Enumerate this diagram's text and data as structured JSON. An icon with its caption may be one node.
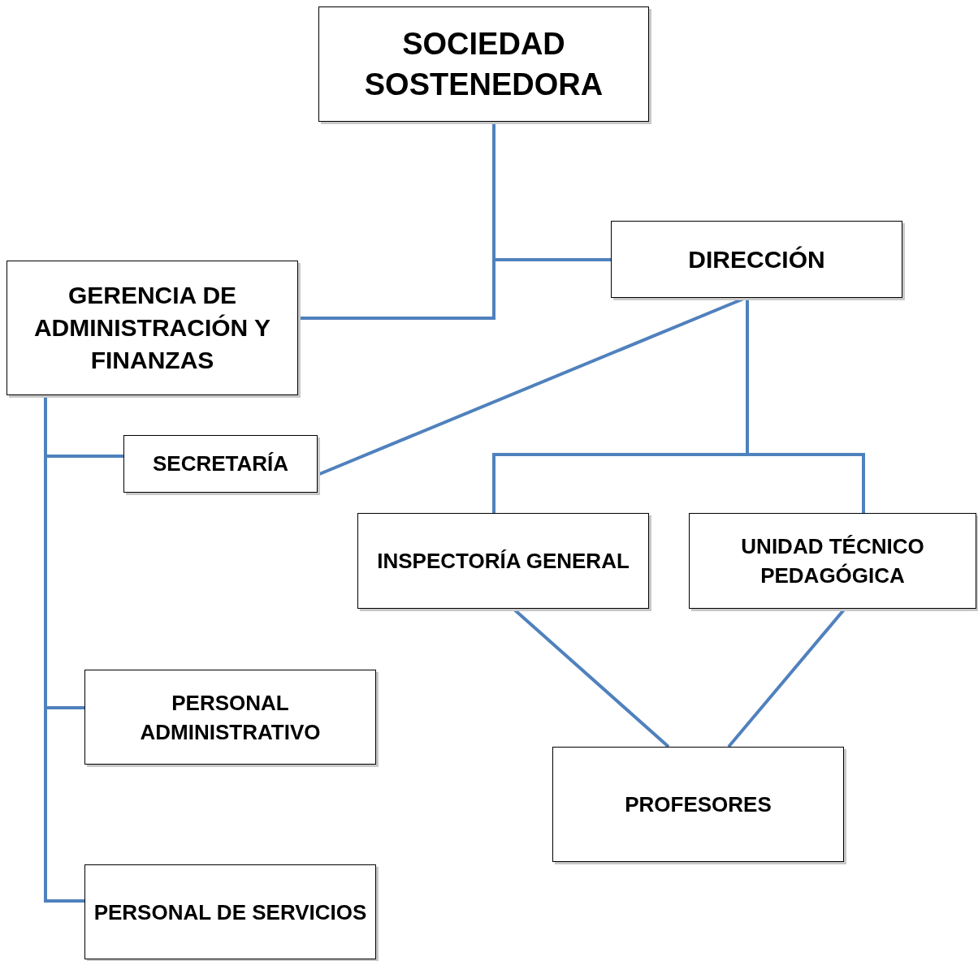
{
  "diagram": {
    "nodes": [
      {
        "text": [
          "SOCIEDAD SOSTENEDORA"
        ]
      },
      {
        "text": [
          "DIRECCIÓN"
        ]
      },
      {
        "text": [
          "GERENCIA DE ADMINISTRACIÓN Y FINANZAS"
        ]
      },
      {
        "text": [
          "SECRETARÍA"
        ]
      },
      {
        "text": [
          "INSPECTORÍA GENERAL"
        ]
      },
      {
        "text": [
          "UNIDAD TÉCNICO PEDAGÓGICA"
        ]
      },
      {
        "text": [
          "PERSONAL ADMINISTRATIVO"
        ]
      },
      {
        "text": [
          "PROFESORES"
        ]
      },
      {
        "text": [
          "PERSONAL DE SERVICIOS"
        ]
      }
    ],
    "edges": [
      {
        "from": 0,
        "to": 1,
        "arrow": "none"
      },
      {
        "from": 0,
        "to": 2,
        "arrow": "none"
      },
      {
        "from": 1,
        "to": 3,
        "arrow": "none"
      },
      {
        "from": 1,
        "to": 4,
        "arrow": "none"
      },
      {
        "from": 1,
        "to": 5,
        "arrow": "none"
      },
      {
        "from": 2,
        "to": 3,
        "arrow": "none"
      },
      {
        "from": 2,
        "to": 6,
        "arrow": "none"
      },
      {
        "from": 2,
        "to": 8,
        "arrow": "none"
      },
      {
        "from": 4,
        "to": 7,
        "arrow": "none"
      },
      {
        "from": 5,
        "to": 7,
        "arrow": "none"
      }
    ]
  }
}
